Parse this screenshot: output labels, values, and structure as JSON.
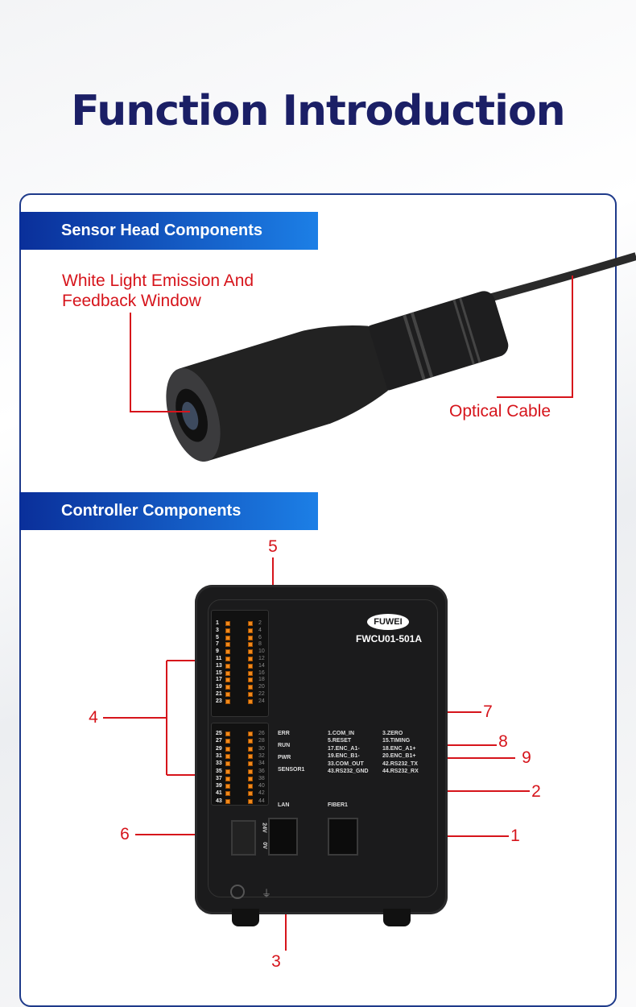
{
  "title": "Function Introduction",
  "sections": {
    "sensor": "Sensor Head Components",
    "controller": "Controller Components"
  },
  "sensor_labels": {
    "window_line1": "White Light Emission And",
    "window_line2": "Feedback Window",
    "cable": "Optical Cable"
  },
  "callouts": [
    "1",
    "2",
    "3",
    "4",
    "5",
    "6",
    "7",
    "8",
    "9"
  ],
  "controller": {
    "brand": "FUWEI",
    "model": "FWCU01-501A",
    "upper_left": [
      "1",
      "3",
      "5",
      "7",
      "9",
      "11",
      "13",
      "15",
      "17",
      "19",
      "21",
      "23"
    ],
    "upper_right": [
      "2",
      "4",
      "6",
      "8",
      "10",
      "12",
      "14",
      "16",
      "18",
      "20",
      "22",
      "24"
    ],
    "lower_left": [
      "25",
      "27",
      "29",
      "31",
      "33",
      "35",
      "37",
      "39",
      "41",
      "43"
    ],
    "lower_right": [
      "26",
      "28",
      "30",
      "32",
      "34",
      "36",
      "38",
      "40",
      "42",
      "44"
    ],
    "leds": [
      "ERR",
      "RUN",
      "PWR",
      "SENSOR1"
    ],
    "pins_col1": [
      "1.COM_IN",
      "5.RESET",
      "17.ENC_A1-",
      "19.ENC_B1-",
      "33.COM_OUT",
      "43.RS232_GND"
    ],
    "pins_col2": [
      "3.ZERO",
      "15.TIMING",
      "18.ENC_A1+",
      "20.ENC_B1+",
      "42.RS232_TX",
      "44.RS232_RX"
    ],
    "lan": "LAN",
    "fiber": "FIBER1",
    "v24": "24V",
    "v0": "0V"
  },
  "colors": {
    "title": "#1b1f66",
    "accent": "#d6141b",
    "banner": "#0a2f9a"
  }
}
